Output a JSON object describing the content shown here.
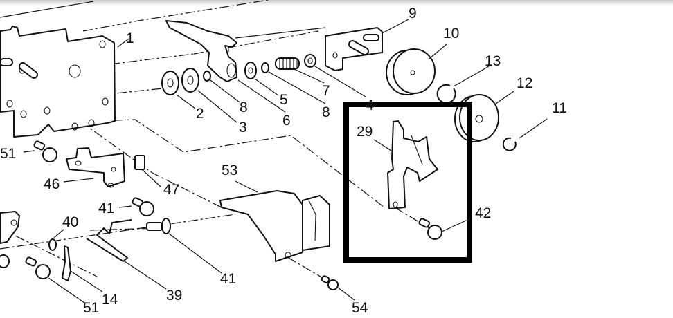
{
  "diagram": {
    "type": "exploded-parts-view",
    "labels": [
      {
        "id": "label-1",
        "text": "1"
      },
      {
        "id": "label-2",
        "text": "2"
      },
      {
        "id": "label-3",
        "text": "3"
      },
      {
        "id": "label-4",
        "text": "4"
      },
      {
        "id": "label-5",
        "text": "5"
      },
      {
        "id": "label-6",
        "text": "6"
      },
      {
        "id": "label-7",
        "text": "7"
      },
      {
        "id": "label-8a",
        "text": "8"
      },
      {
        "id": "label-8b",
        "text": "8"
      },
      {
        "id": "label-9",
        "text": "9"
      },
      {
        "id": "label-10",
        "text": "10"
      },
      {
        "id": "label-11",
        "text": "11"
      },
      {
        "id": "label-12",
        "text": "12"
      },
      {
        "id": "label-13",
        "text": "13"
      },
      {
        "id": "label-14",
        "text": "14"
      },
      {
        "id": "label-29",
        "text": "29"
      },
      {
        "id": "label-39",
        "text": "39"
      },
      {
        "id": "label-40",
        "text": "40"
      },
      {
        "id": "label-41a",
        "text": "41"
      },
      {
        "id": "label-41b",
        "text": "41"
      },
      {
        "id": "label-42",
        "text": "42"
      },
      {
        "id": "label-46",
        "text": "46"
      },
      {
        "id": "label-47",
        "text": "47"
      },
      {
        "id": "label-51a",
        "text": "51"
      },
      {
        "id": "label-51b",
        "text": "51"
      },
      {
        "id": "label-53",
        "text": "53"
      },
      {
        "id": "label-54",
        "text": "54"
      }
    ],
    "highlight": {
      "label": "29",
      "color": "#000000"
    }
  }
}
